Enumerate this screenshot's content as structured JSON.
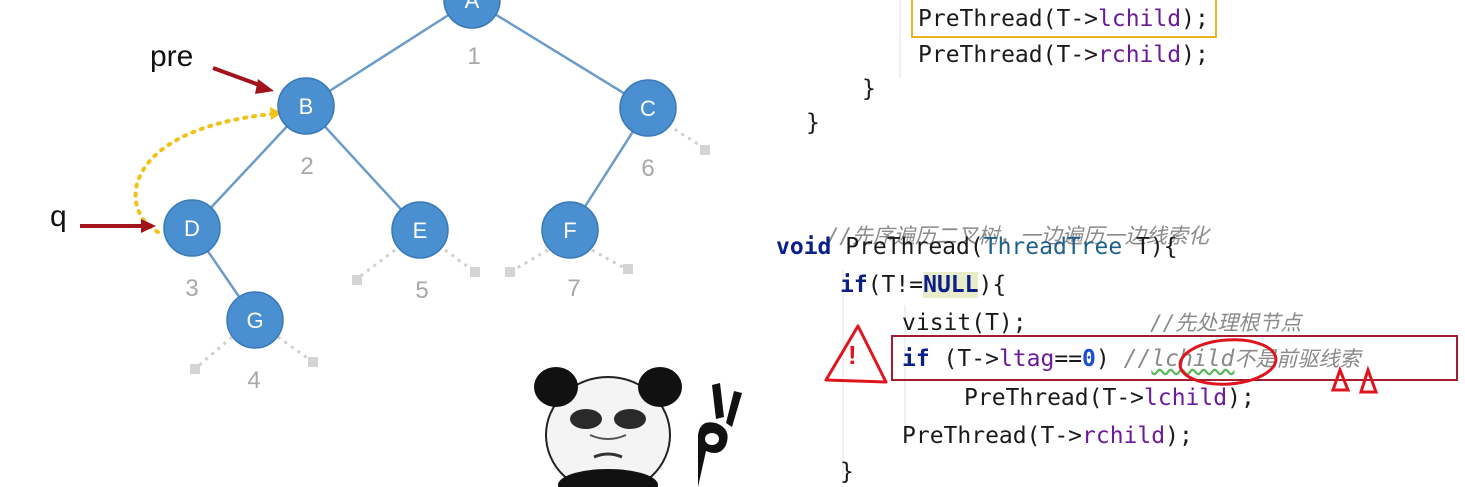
{
  "tree": {
    "nodes": [
      {
        "id": "A",
        "label": "A",
        "number": "1"
      },
      {
        "id": "B",
        "label": "B",
        "number": "2"
      },
      {
        "id": "C",
        "label": "C",
        "number": "6"
      },
      {
        "id": "D",
        "label": "D",
        "number": "3"
      },
      {
        "id": "E",
        "label": "E",
        "number": "5"
      },
      {
        "id": "F",
        "label": "F",
        "number": "7"
      },
      {
        "id": "G",
        "label": "G",
        "number": "4"
      }
    ],
    "edges": [
      [
        "A",
        "B"
      ],
      [
        "A",
        "C"
      ],
      [
        "B",
        "D"
      ],
      [
        "B",
        "E"
      ],
      [
        "C",
        "F"
      ],
      [
        "D",
        "G"
      ]
    ],
    "node_color": "#4a8fd0",
    "edge_color": "#6b9cc9",
    "thread_color": "#f2c21b",
    "pointer_color": "#a3131c"
  },
  "pointers": {
    "pre": "pre",
    "q": "q"
  },
  "code_top": {
    "line1_fn": "PreThread(T->",
    "line1_field": "lchild",
    "line1_end": ");",
    "line2_fn": "PreThread(T->",
    "line2_field": "rchild",
    "line2_end": ");",
    "brace1": "}",
    "brace2": "}"
  },
  "code_main": {
    "comment_header": "//先序遍历二叉树，一边遍历一边线索化",
    "sig_void": "void",
    "sig_name": " PreThread(",
    "sig_type": "ThreadTree",
    "sig_rest": " T){",
    "if_kw": "if",
    "if_open": "(T!=",
    "if_null": "NULL",
    "if_close": "){",
    "visit": "visit(T);",
    "visit_comment": "//先处理根节点",
    "if2_kw": "if",
    "if2_a": " (T->",
    "if2_field": "ltag",
    "if2_b": "==",
    "if2_num": "0",
    "if2_c": ") ",
    "if2_comment1": "//",
    "if2_comment_field": "lchild",
    "if2_comment2": "不是前驱线索",
    "call_l_fn": "PreThread(T->",
    "call_l_field": "lchild",
    "call_l_end": ");",
    "call_r_fn": "PreThread(T->",
    "call_r_field": "rchild",
    "call_r_end": ");",
    "brace_close": "}"
  },
  "annotations": {
    "warning_mark": "!",
    "highlight_color": "#e8b425",
    "box_color": "#a51d2d",
    "ink_color": "#e0141e"
  }
}
